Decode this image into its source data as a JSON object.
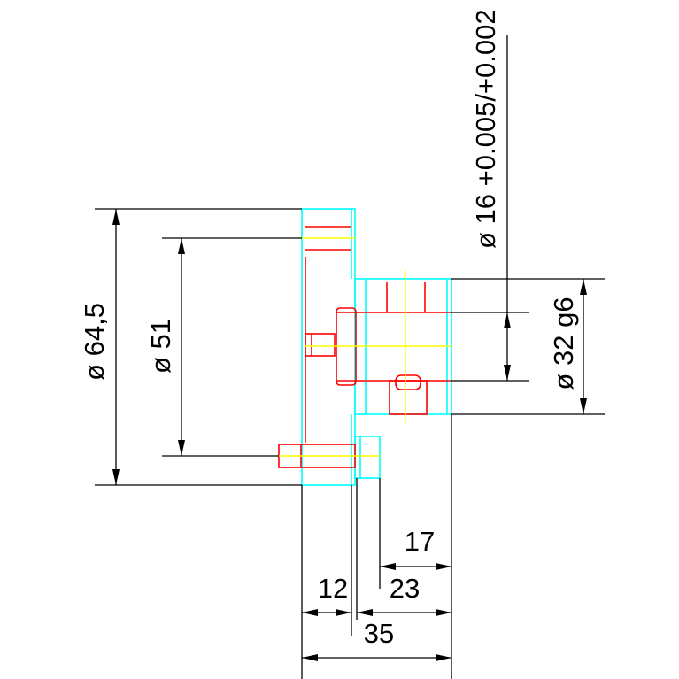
{
  "dimensions": {
    "left_outer": "ø 64,5",
    "left_inner": "ø 51",
    "right_bore": "ø 16 +0.005/+0.002",
    "right_hub": "ø 32 g6",
    "bottom_17": "17",
    "bottom_23": "23",
    "bottom_12": "12",
    "bottom_35": "35"
  },
  "colors": {
    "outline": "#00ffff",
    "hidden": "#ff0000",
    "center": "#ffff00",
    "dimension": "#000000"
  }
}
